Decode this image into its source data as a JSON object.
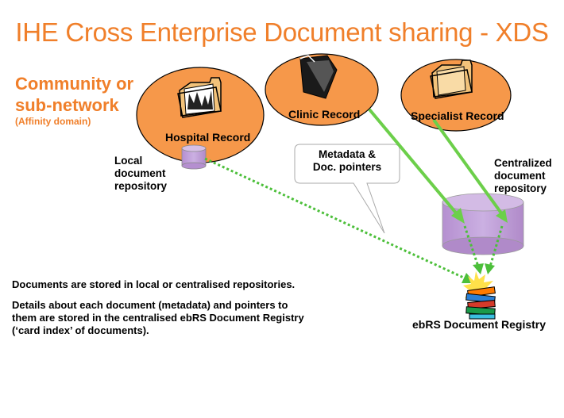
{
  "title": "IHE Cross Enterprise Document sharing -  XDS",
  "community": {
    "line1": "Community or",
    "line2": "sub-network",
    "affinity": "(Affinity domain)"
  },
  "records": {
    "hospital": "Hospital Record",
    "clinic": "Clinic Record",
    "specialist": "Specialist Record"
  },
  "local_repo": [
    "Local",
    "document",
    "repository"
  ],
  "callout": [
    "Metadata &",
    "Doc. pointers"
  ],
  "central_repo": [
    "Centralized",
    "document",
    "repository"
  ],
  "registry_label": "ebRS Document Registry",
  "text": {
    "line1": "Documents are stored in local or centralised repositories.",
    "line2": "Details about each document (metadata) and pointers to",
    "line3": "them are stored in the centralised ebRS Document Registry",
    "line4": "(‘card index’ of documents)."
  },
  "colors": {
    "orange": "#f6984a",
    "title_orange": "#f07f2a",
    "purple": "#c09fd6",
    "green": "#6ccf4a"
  },
  "icons": [
    "folder-icon",
    "book-stack-icon"
  ]
}
